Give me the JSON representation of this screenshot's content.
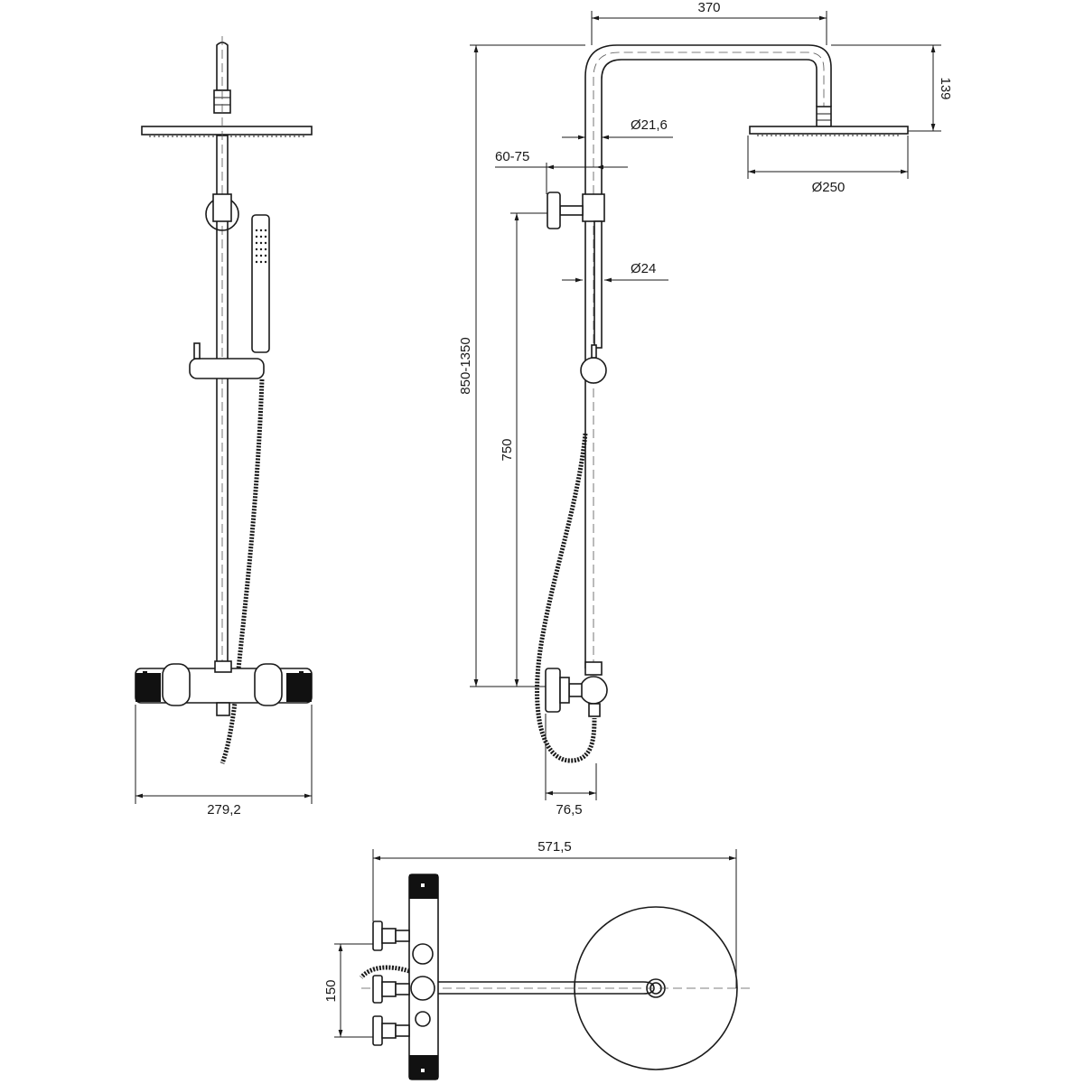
{
  "drawing": {
    "dimensions": {
      "arm_length": "370",
      "head_height": "139",
      "arm_diameter": "Ø21,6",
      "wall_distance": "60-75",
      "head_diameter": "Ø250",
      "rail_diameter": "Ø24",
      "height_range": "850-1350",
      "rail_height": "750",
      "mixer_width": "279,2",
      "mixer_depth": "76,5",
      "total_projection": "571,5",
      "connection_spacing": "150"
    }
  }
}
